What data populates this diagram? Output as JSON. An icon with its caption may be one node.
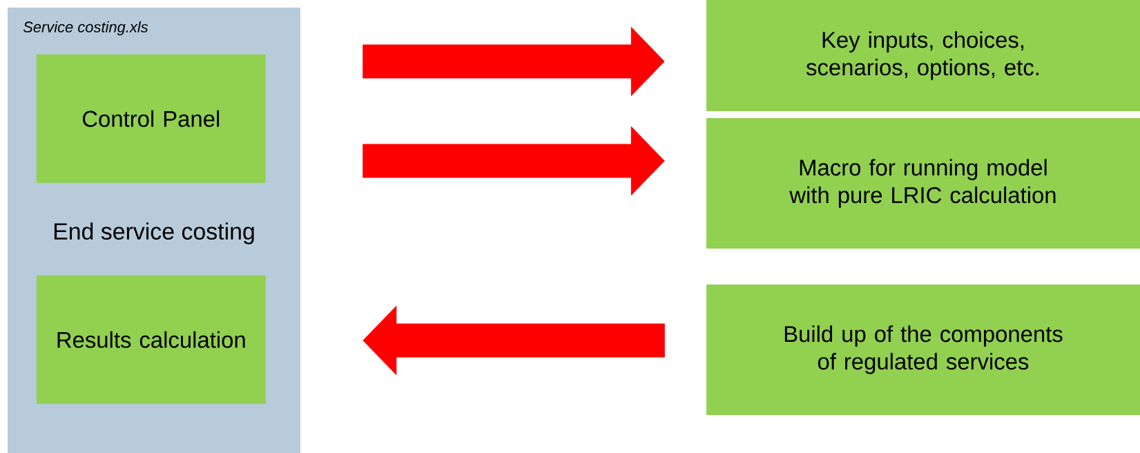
{
  "diagram": {
    "nodes": [
      {
        "text": [
          "*Service costing.xls*",
          "End service costing"
        ]
      },
      {
        "text": [
          "Control Panel"
        ],
        "in": 0
      },
      {
        "text": [
          "Results calculation"
        ],
        "in": 0
      },
      {
        "text": [
          "Key inputs, choices, scenarios, options, etc."
        ]
      },
      {
        "text": [
          "Macro for running model with pure LRIC calculation"
        ]
      },
      {
        "text": [
          "Build up of the components of regulated services"
        ]
      }
    ],
    "edges": [
      {
        "from": 0,
        "to": 3,
        "arrow": "to"
      },
      {
        "from": 0,
        "to": 4,
        "arrow": "to"
      },
      {
        "from": 5,
        "to": 0,
        "arrow": "to"
      }
    ]
  }
}
